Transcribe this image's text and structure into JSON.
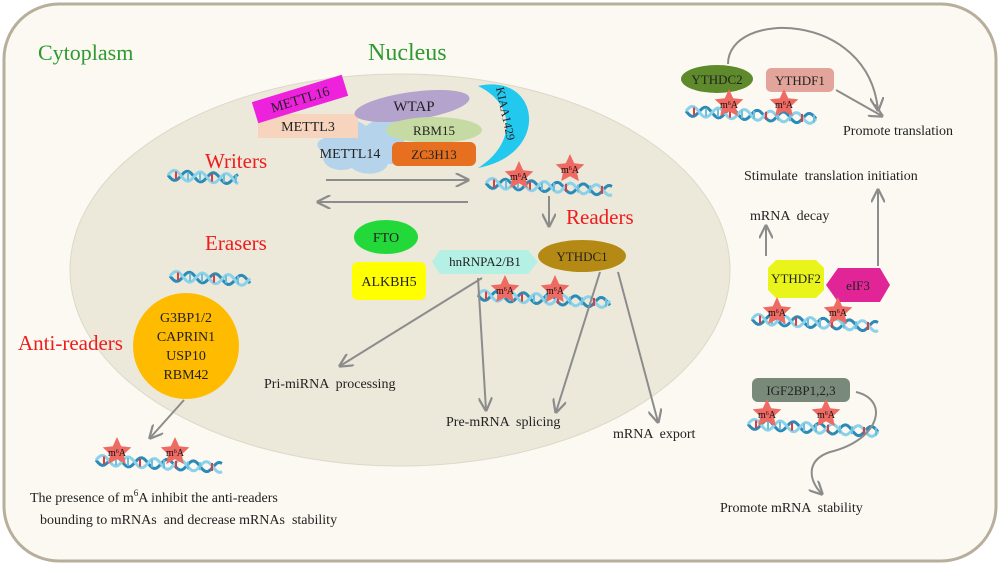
{
  "regions": {
    "cytoplasm": "Cytoplasm",
    "nucleus": "Nucleus"
  },
  "categories": {
    "writers": "Writers",
    "erasers": "Erasers",
    "readers": "Readers",
    "anti_readers": "Anti-readers"
  },
  "writer_proteins": {
    "mettl16": "METTL16",
    "mettl3": "METTL3",
    "wtap": "WTAP",
    "kiaa1429": "KIAA1429",
    "rbm15": "RBM15",
    "mettl14": "METTL14",
    "zc3h13": "ZC3H13"
  },
  "eraser_proteins": {
    "fto": "FTO",
    "alkbh5": "ALKBH5"
  },
  "nuclear_readers": {
    "hnrnpa2b1": "hnRNPA2/B1",
    "ythdc1": "YTHDC1"
  },
  "anti_reader_proteins": [
    "G3BP1/2",
    "CAPRIN1",
    "USP10",
    "RBM42"
  ],
  "cytoplasmic_readers": {
    "ythdc2": "YTHDC2",
    "ythdf1": "YTHDF1",
    "ythdf2": "YTHDF2",
    "eif3": "eIF3",
    "igf2bp": "IGF2BP1,2,3"
  },
  "outcomes": {
    "pri_mirna": "Pri-miRNA  processing",
    "pre_mrna": "Pre-mRNA  splicing",
    "mrna_export": "mRNA  export",
    "promote_translation": "Promote translation",
    "stimulate_initiation": "Stimulate  translation initiation",
    "mrna_decay": "mRNA  decay",
    "promote_stability": "Promote mRNA  stability"
  },
  "mark": {
    "base": "m",
    "superscript": "6",
    "suffix": "A"
  },
  "footnote": {
    "line1_pre": "The presence of m",
    "line1_sup": "6",
    "line1_post": "A inhibit the anti-readers",
    "line2": "bounding to mRNAs  and decrease mRNAs  stability"
  },
  "colors": {
    "cell_fill": "#fbf9f1",
    "cell_stroke": "#b7ae9b",
    "nucleus_fill": "#ece8da",
    "region_text": "#2f9a2f",
    "category_text": "#ee1c1c",
    "arrow": "#8c8c8c",
    "mettl16": "#ee22dd",
    "mettl3": "#f7d4bd",
    "wtap": "#b4a3cc",
    "kiaa1429": "#22c8ee",
    "rbm15": "#c6dba3",
    "mettl14": "#b5d4ec",
    "zc3h13": "#e67020",
    "fto": "#23d93a",
    "alkbh5": "#ffff00",
    "hnrnpa2b1": "#b5f0e4",
    "ythdc1": "#b58a14",
    "anti_reader": "#ffbb00",
    "ythdc2": "#5e8a2c",
    "ythdf1": "#e3a59b",
    "ythdf2": "#e9f51a",
    "eif3": "#e12596",
    "igf2bp": "#7a8a7a",
    "star": "#ee6a62",
    "rna_dark": "#2a8ab8",
    "rna_light": "#8ad2ea"
  }
}
